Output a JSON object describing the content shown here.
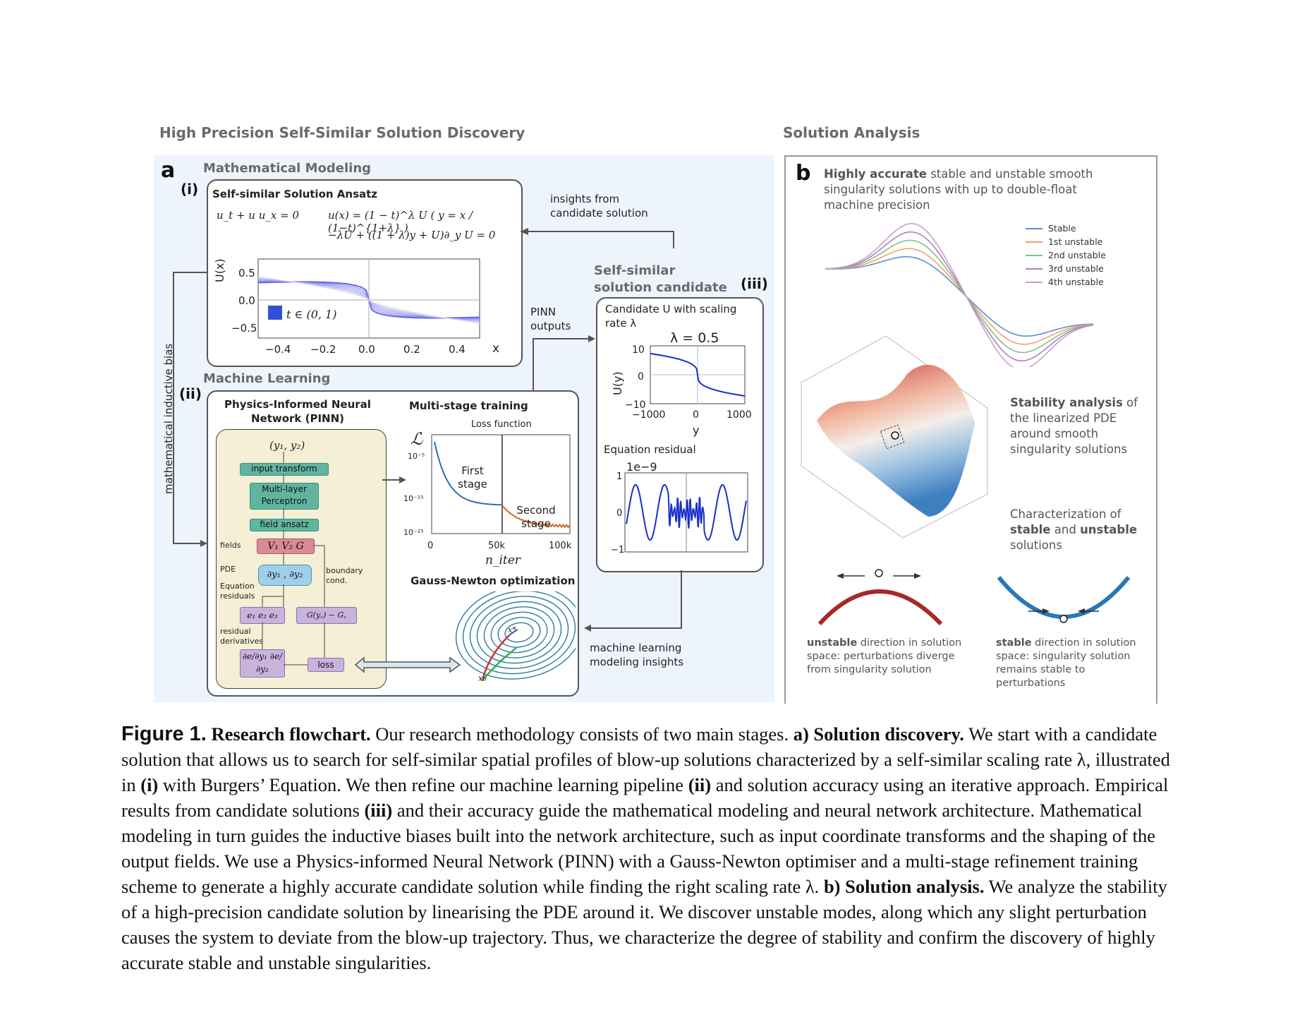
{
  "headers": {
    "left": "High Precision Self-Similar Solution Discovery",
    "right": "Solution Analysis"
  },
  "panel_a": {
    "letter": "a",
    "math_section": "Mathematical Modeling",
    "roman_i": "(i)",
    "ansatz_title": "Self-similar Solution Ansatz",
    "eq1": "u_t + u u_x = 0",
    "eq2": "u(x) = (1 − t)^λ U ( y = x / (1−t)^{1+λ} )",
    "eq3": "−λU + ((1 + λ)y + U)∂_y U = 0",
    "plot_ylabel": "U(x)",
    "plot_xlabel": "x",
    "plot_yticks": [
      "0.5",
      "0.0",
      "−0.5"
    ],
    "plot_xticks": [
      "−0.4",
      "−0.2",
      "0.0",
      "0.2",
      "0.4"
    ],
    "plot_legend": "t ∈ (0, 1)",
    "insights_label": "insights from candidate solution",
    "inductive_bias": "mathematical inductive bias",
    "ml_section": "Machine Learning",
    "roman_ii": "(ii)",
    "pinn_title": "Physics-Informed Neural Network (PINN)",
    "pinn_input": "(y₁, y₂)",
    "input_transform": "input transform",
    "mlp": "Multi-layer Perceptron",
    "field_ansatz": "field ansatz",
    "fields_label": "fields",
    "fields_vars": "V₁  V₂  G",
    "pde_label": "PDE",
    "pde_ops": "∂y₁ , ∂y₂",
    "boundary_label": "boundary cond.",
    "eq_residuals": "Equation residuals",
    "residual_vars": "e₁  e₂  e₃",
    "boundary_expr": "G(y꜀) − G꜀",
    "residual_derivs": "residual derivatives",
    "deriv_expr": "∂e/∂y₁  ∂e/∂y₂",
    "loss": "loss",
    "multistage_title": "Multi-stage training",
    "loss_function": "Loss function",
    "loss_symbol": "ℒ",
    "loss_yticks": [
      "10⁻⁵",
      "10⁻¹⁵",
      "10⁻²⁵"
    ],
    "loss_xticks": [
      "0",
      "50k",
      "100k"
    ],
    "loss_xlabel": "n_iter",
    "first_stage": "First stage",
    "second_stage": "Second stage",
    "gn_title": "Gauss-Newton optimization",
    "gn_start": "x₀",
    "gn_end": "x*",
    "pinn_outputs": "PINN outputs",
    "roman_iii": "(iii)",
    "candidate_section": "Self-similar solution candidate",
    "candidate_desc": "Candidate U with scaling rate λ",
    "lambda_val": "λ = 0.5",
    "cand_ylabel": "U(y)",
    "cand_xlabel": "y",
    "cand_yticks": [
      "10",
      "0",
      "−10"
    ],
    "cand_xticks": [
      "−1000",
      "0",
      "1000"
    ],
    "residual_title": "Equation residual",
    "residual_scale": "1e−9",
    "residual_yticks": [
      "1",
      "0",
      "−1"
    ],
    "ml_insights": "machine learning modeling insights"
  },
  "panel_b": {
    "letter": "b",
    "intro_bold": "Highly accurate",
    "intro_rest": "stable and unstable smooth singularity solutions with up to double-float machine precision",
    "legend": [
      {
        "name": "Stable",
        "color": "#5b8fd6"
      },
      {
        "name": "1st unstable",
        "color": "#f0a36b"
      },
      {
        "name": "2nd unstable",
        "color": "#7cc47f"
      },
      {
        "name": "3rd unstable",
        "color": "#b07cc6"
      },
      {
        "name": "4th unstable",
        "color": "#c9a0c9"
      }
    ],
    "stability_bold": "Stability analysis",
    "stability_rest": "of the linearized PDE around smooth singularity solutions",
    "char_1": "Characterization of",
    "char_stable": "stable",
    "char_and": "and",
    "char_unstable": "unstable",
    "char_solutions": "solutions",
    "unstable_bold": "unstable",
    "unstable_rest": "direction in solution space: perturbations diverge from singularity solution",
    "stable_bold": "stable",
    "stable_rest": "direction in solution space: singularity solution remains stable to perturbations"
  },
  "caption": {
    "figure": "Figure 1.",
    "title": "Research flowchart.",
    "p1": "Our research methodology consists of two main stages.",
    "a_bold": "a) Solution discovery.",
    "p2": "We start with a candidate solution that allows us to search for self-similar spatial profiles of blow-up solutions characterized by a self-similar scaling rate λ, illustrated in",
    "i_bold": "(i)",
    "p3": "with Burgers’ Equation. We then refine our machine learning pipeline",
    "ii_bold": "(ii)",
    "p4": "and solution accuracy using an iterative approach. Empirical results from candidate solutions",
    "iii_bold": "(iii)",
    "p5": "and their accuracy guide the mathematical modeling and neural network architecture. Mathematical modeling in turn guides the inductive biases built into the network architecture, such as input coordinate transforms and the shaping of the output fields. We use a Physics-informed Neural Network (PINN) with a Gauss-Newton optimiser and a multi-stage refinement training scheme to generate a highly accurate candidate solution while finding the right scaling rate λ.",
    "b_bold": "b) Solution analysis.",
    "p6": "We analyze the stability of a high-precision candidate solution by linearising the PDE around it. We discover unstable modes, along which any slight perturbation causes the system to deviate from the blow-up trajectory. Thus, we characterize the degree of stability and confirm the discovery of highly accurate stable and unstable singularities."
  }
}
